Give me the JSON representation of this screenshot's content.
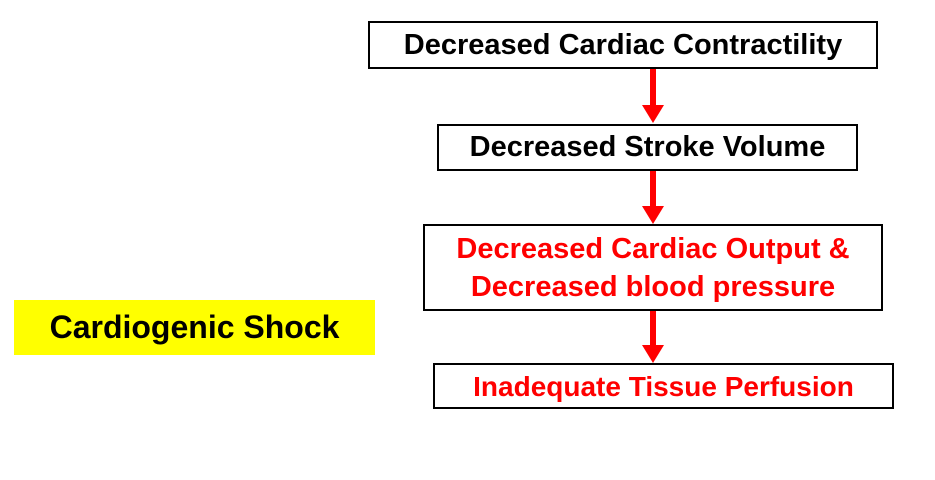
{
  "diagram": {
    "background_color": "#FFFFFF",
    "box_border_color": "#000000",
    "arrow_color": "#FF0000",
    "label": {
      "text": "Cardiogenic Shock",
      "highlight_color": "#FFFF00",
      "text_color": "#000000"
    },
    "boxes": {
      "box1": {
        "text": "Decreased Cardiac Contractility",
        "text_color": "#000000"
      },
      "box2": {
        "text": "Decreased Stroke Volume",
        "text_color": "#000000"
      },
      "box3": {
        "lines": [
          "Decreased Cardiac Output &",
          "Decreased blood pressure"
        ],
        "text_color": "#FF0000"
      },
      "box4": {
        "text": "Inadequate Tissue Perfusion",
        "text_color": "#FF0000"
      }
    }
  }
}
